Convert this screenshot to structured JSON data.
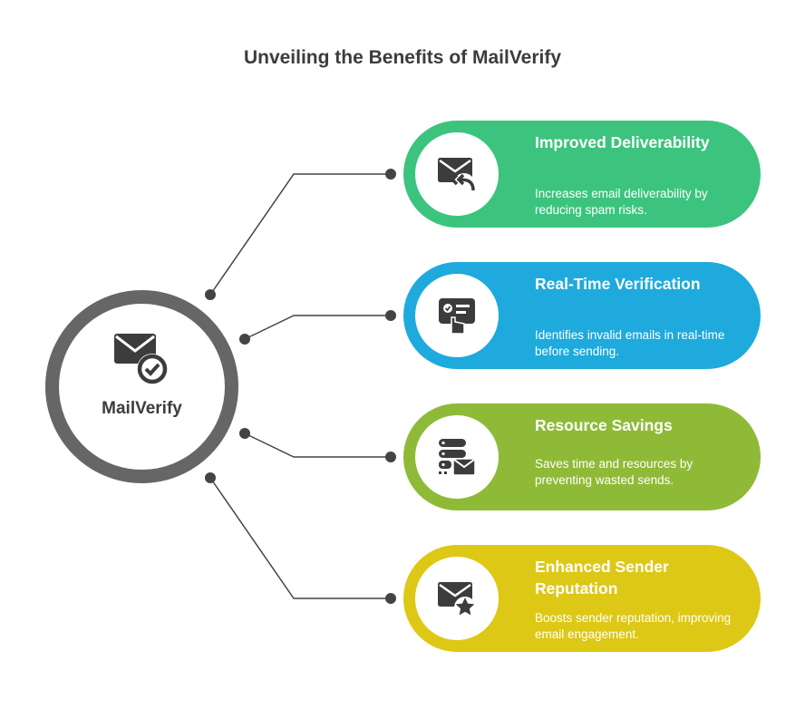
{
  "title": "Unveiling the Benefits of MailVerify",
  "hub": {
    "label": "MailVerify",
    "icon": "email-check-icon",
    "color": "#666666"
  },
  "benefits": [
    {
      "title": "Improved Deliverability",
      "description": "Increases email deliverability by reducing spam risks.",
      "icon": "email-reply-icon",
      "color": "#3cc47f"
    },
    {
      "title": "Real-Time Verification",
      "description": "Identifies invalid emails in real-time before sending.",
      "icon": "touch-screen-check-icon",
      "color": "#1eaadc"
    },
    {
      "title": "Resource Savings",
      "description": "Saves time and resources by preventing wasted sends.",
      "icon": "server-email-icon",
      "color": "#8fba37"
    },
    {
      "title": "Enhanced Sender Reputation",
      "description": "Boosts sender reputation, improving email engagement.",
      "icon": "email-star-icon",
      "color": "#ddc816"
    }
  ]
}
